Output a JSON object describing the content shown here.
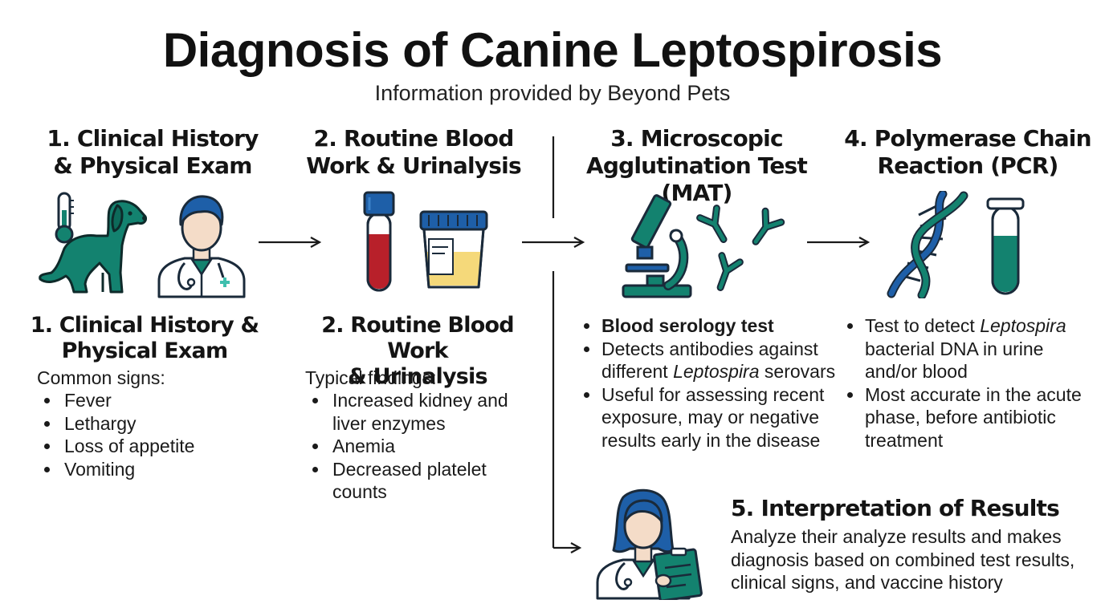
{
  "header": {
    "title": "Diagnosis of Canine Leptospirosis",
    "subtitle": "Information provided by Beyond Pets"
  },
  "steps": [
    {
      "heading_line1": "1. Clinical History",
      "heading_line2": "& Physical Exam",
      "title_line1": "1. Clinical History &",
      "title_line2": "Physical Exam",
      "lead": "Common signs:",
      "items": [
        "Fever",
        "Lethargy",
        "Loss of appetite",
        "Vomiting"
      ]
    },
    {
      "heading_line1": "2. Routine Blood",
      "heading_line2": "Work & Urinalysis",
      "title_line1": "2. Routine Blood Work",
      "title_line2": "& Urinalysis",
      "lead": "Typical findings:",
      "items": [
        "Increased kidney and liver enzymes",
        "Anemia",
        "Decreased platelet counts"
      ]
    },
    {
      "heading_line1": "3. Microscopic",
      "heading_line2": "Agglutination Test (MAT)",
      "item1": "Blood serology test",
      "item2_a": "Detects antibodies against different ",
      "item2_em": "Leptospira",
      "item2_b": " serovars",
      "item3": "Useful for assessing recent exposure, may or negative results early in the disease"
    },
    {
      "heading_line1": "4. Polymerase Chain",
      "heading_line2": "Reaction (PCR)",
      "item1_a": "Test to detect ",
      "item1_em": "Leptospira",
      "item1_b": " bacterial DNA in urine and/or blood",
      "item2": "Most accurate in the acute phase, before antibiotic treatment"
    }
  ],
  "interpretation": {
    "title": "5. Interpretation of Results",
    "text": "Analyze their analyze results and makes diagnosis based on combined test results, clinical signs, and vaccine history"
  },
  "colors": {
    "teal": "#13826f",
    "blue": "#1e5fa8",
    "blood_red": "#b8202a",
    "urine_yellow": "#f5d97a",
    "skin": "#f4dcc8"
  },
  "icons": [
    "thermometer-icon",
    "dog-icon",
    "veterinarian-icon",
    "blood-tube-icon",
    "urine-cup-icon",
    "microscope-icon",
    "antibody-icon",
    "dna-icon",
    "test-tube-icon",
    "female-veterinarian-icon"
  ]
}
